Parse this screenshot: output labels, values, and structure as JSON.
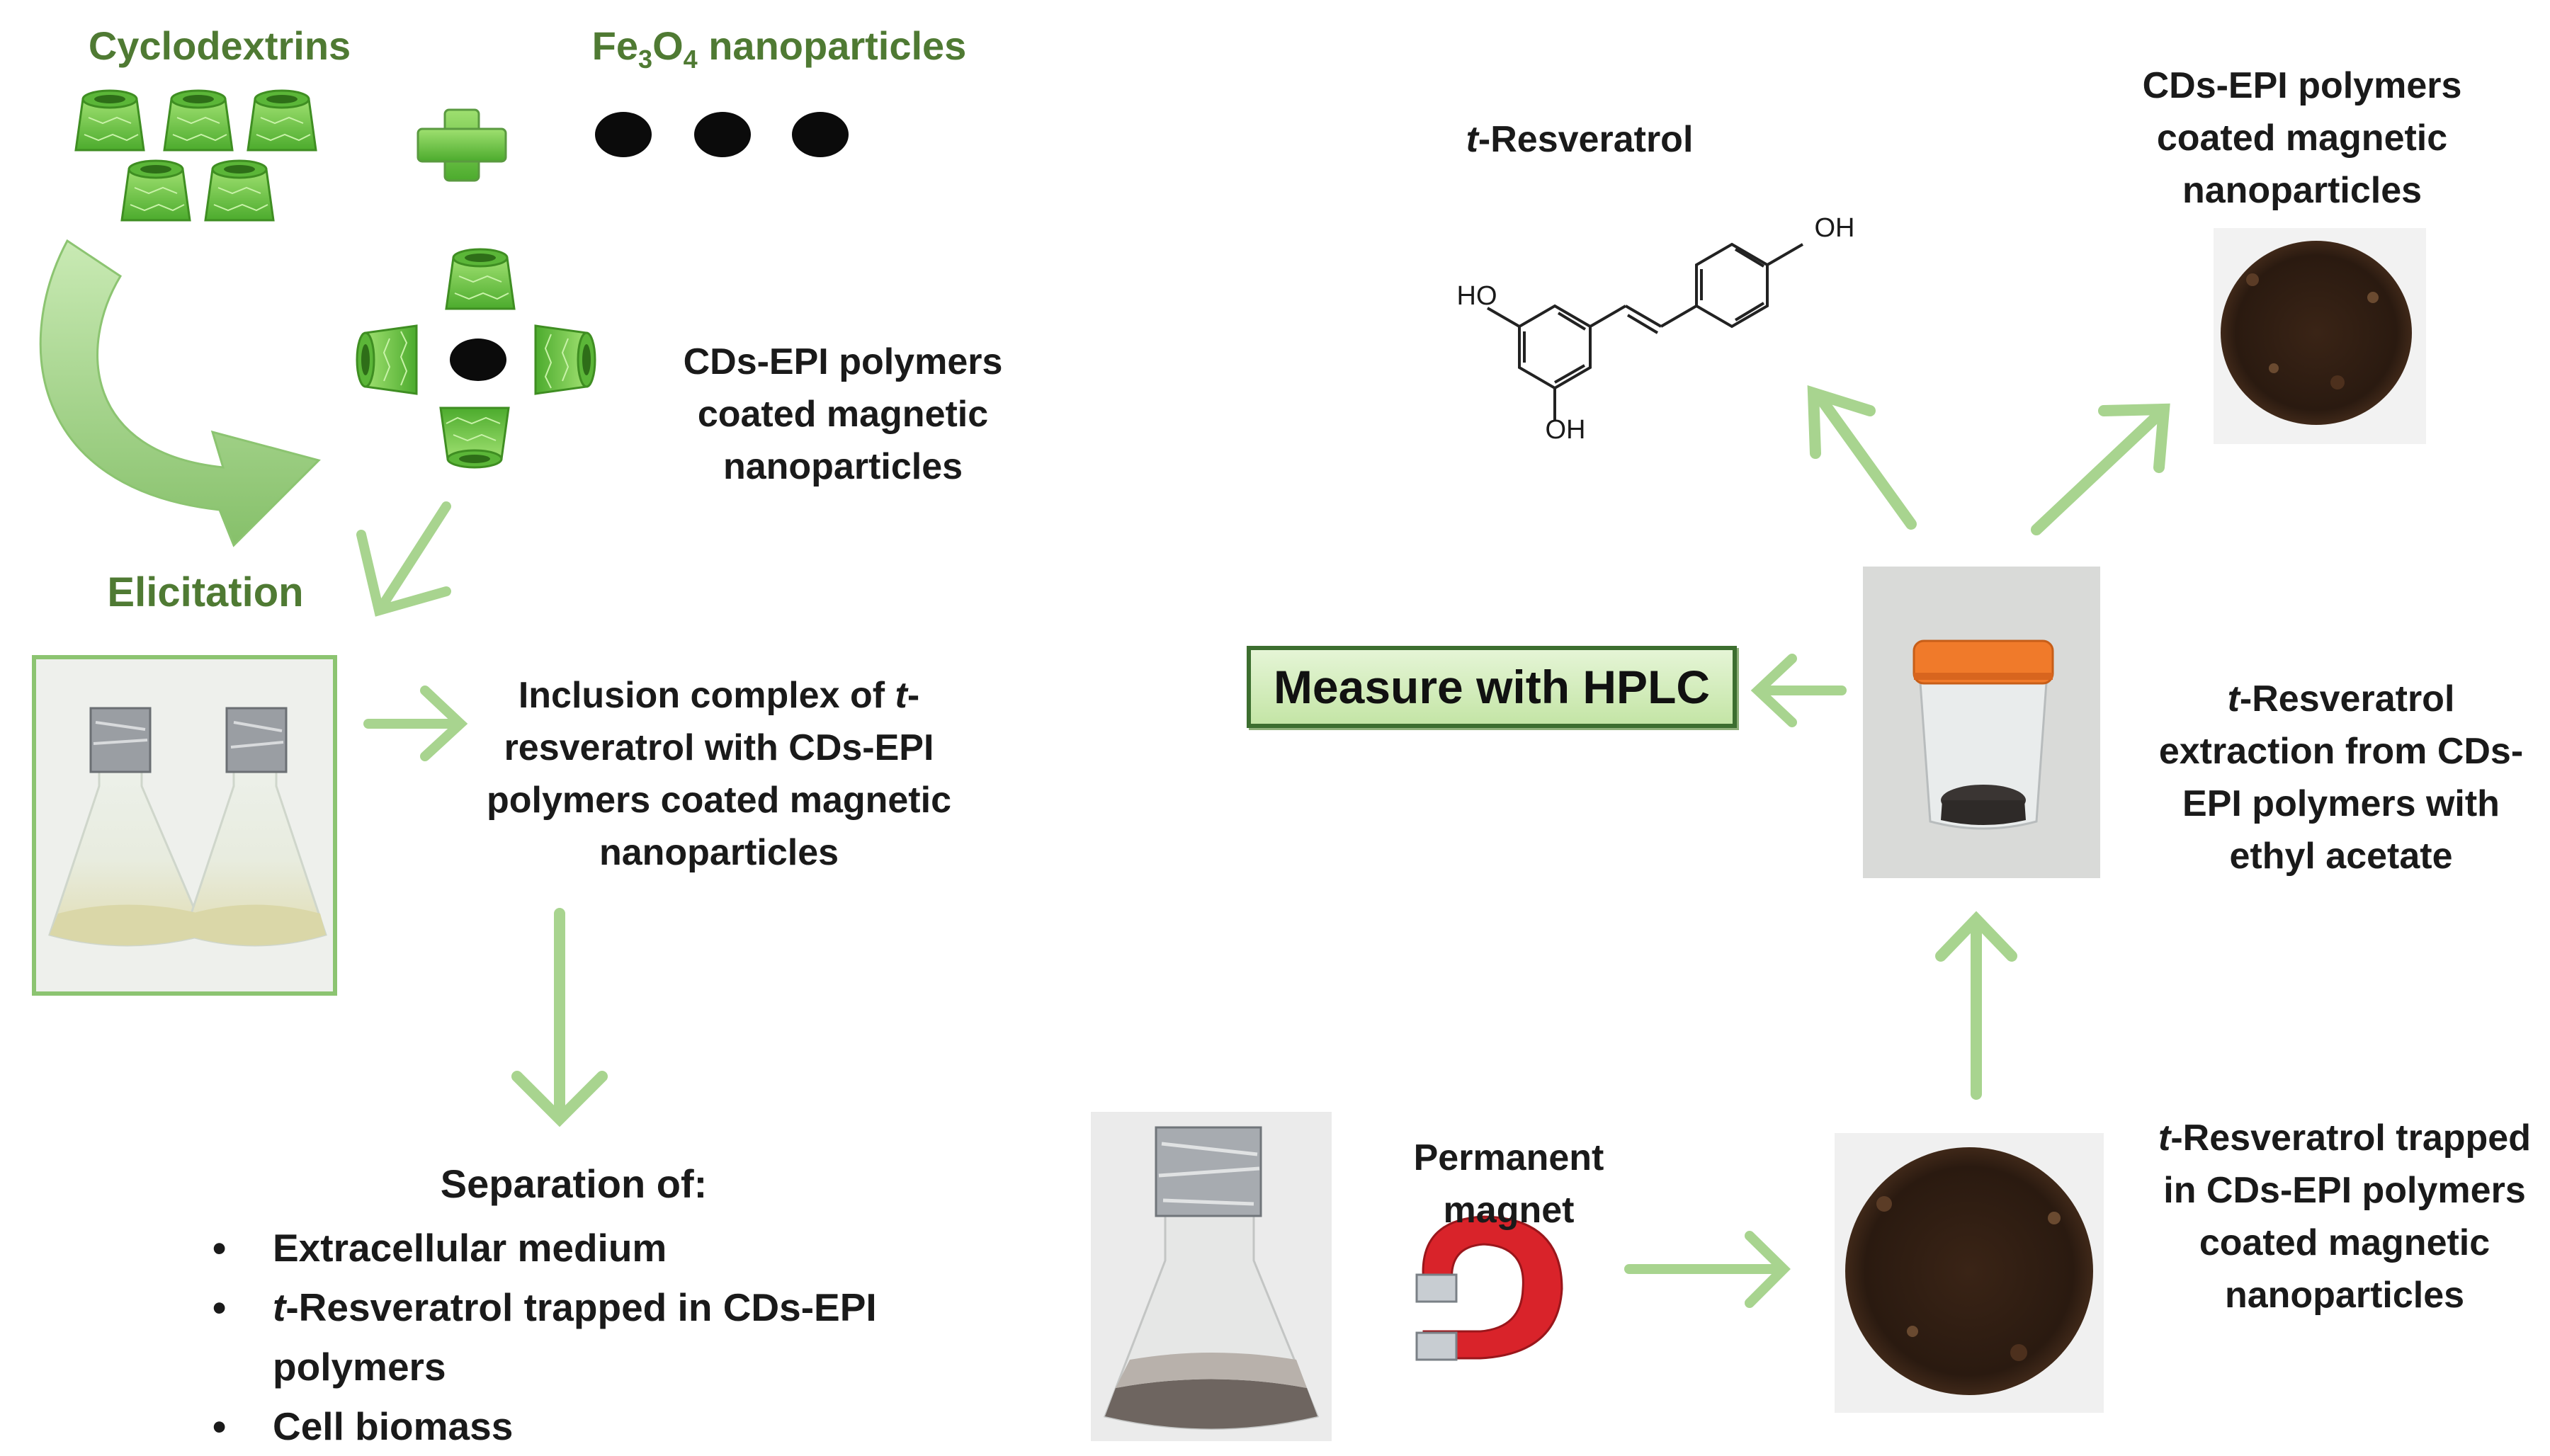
{
  "labels": {
    "cyclodextrins": "Cyclodextrins",
    "fe_prefix": "Fe",
    "fe_sub1": "3",
    "fe_mid": "O",
    "fe_sub2": "4",
    "fe_suffix": " nanoparticles",
    "coated_left": "CDs-EPI polymers coated magnetic nanoparticles",
    "elicitation": "Elicitation",
    "inclusion_italic": "t",
    "inclusion_rest_1": "Inclusion complex of ",
    "inclusion_rest_2": "-resveratrol with CDs-EPI polymers coated magnetic nanoparticles",
    "separation_title": "Separation of:",
    "separation_items": [
      "Extracellular medium",
      "-Resveratrol trapped in CDs-EPI polymers",
      "Cell biomass"
    ],
    "separation_item2_italic": "t",
    "t_resveratrol_italic": "t",
    "t_resveratrol_rest": "-Resveratrol",
    "coated_right": "CDs-EPI polymers coated magnetic nanoparticles",
    "hplc": "Measure with HPLC",
    "extraction_italic": "t",
    "extraction_rest": "-Resveratrol extraction from CDs-EPI polymers with ethyl acetate",
    "magnet": "Permanent magnet",
    "trapped_italic": "t",
    "trapped_rest": "-Resveratrol trapped in CDs-EPI polymers coated magnetic nanoparticles"
  },
  "molecule": {
    "oh_top": "OH",
    "ho_left": "HO",
    "oh_bottom": "OH"
  },
  "colors": {
    "accent_green": "#4f7a33",
    "arrow_green": "#a8d48f",
    "hplc_border": "#3c6e2f"
  }
}
